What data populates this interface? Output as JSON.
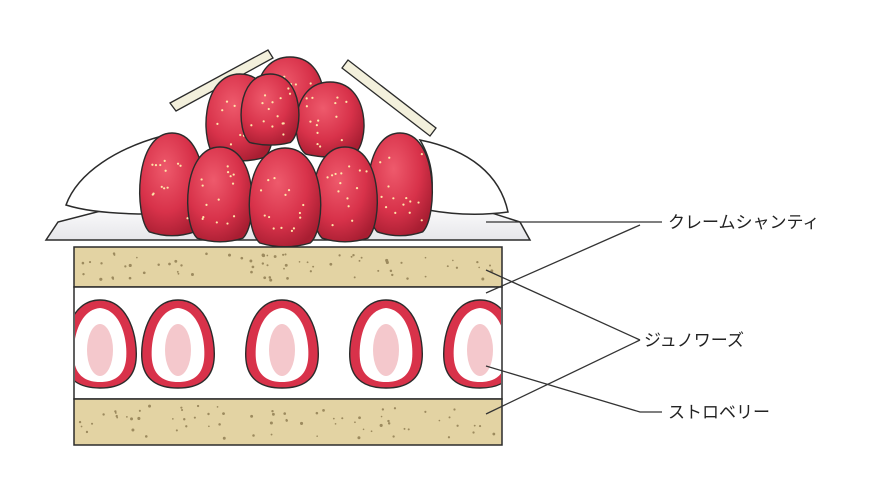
{
  "diagram": {
    "labels": {
      "cream": "クレームシャンティ",
      "genoise": "ジュノワーズ",
      "strawberry": "ストロベリー"
    },
    "colors": {
      "sponge": "#e3d3a3",
      "sponge_dots": "#9c8a5e",
      "cream": "#ffffff",
      "cream_shadow": "#d8d8dc",
      "strawberry": "#d8324a",
      "strawberry_dark": "#a81e32",
      "strawberry_core": "#f4c8cc",
      "outline": "#2b2b2b",
      "chocolate_stick": "#f3f0dc"
    }
  }
}
